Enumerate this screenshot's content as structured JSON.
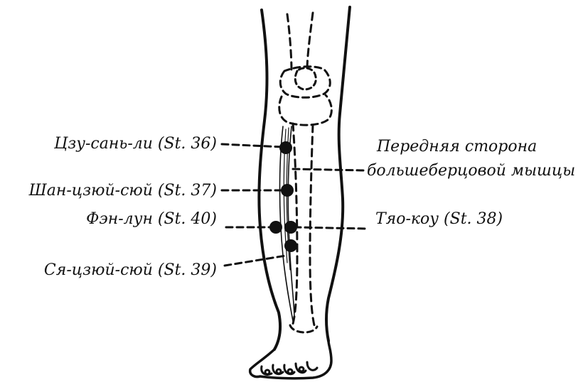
{
  "labels": {
    "tszu_san_li": "Цзу-сань-ли (St. 36)",
    "shan_tszyui_syui": "Шан-цзюй-сюй (St. 37)",
    "fen_lun": "Фэн-лун (St. 40)",
    "sya_tszyui_syui": "Ся-цзюй-сюй (St. 39)",
    "muscle_line1": "Передняя сторона",
    "muscle_line2": "большеберцовой мышцы",
    "tyao_kou": "Тяо-коу (St. 38)"
  },
  "colors": {
    "ink": "#111111",
    "background": "#ffffff"
  }
}
